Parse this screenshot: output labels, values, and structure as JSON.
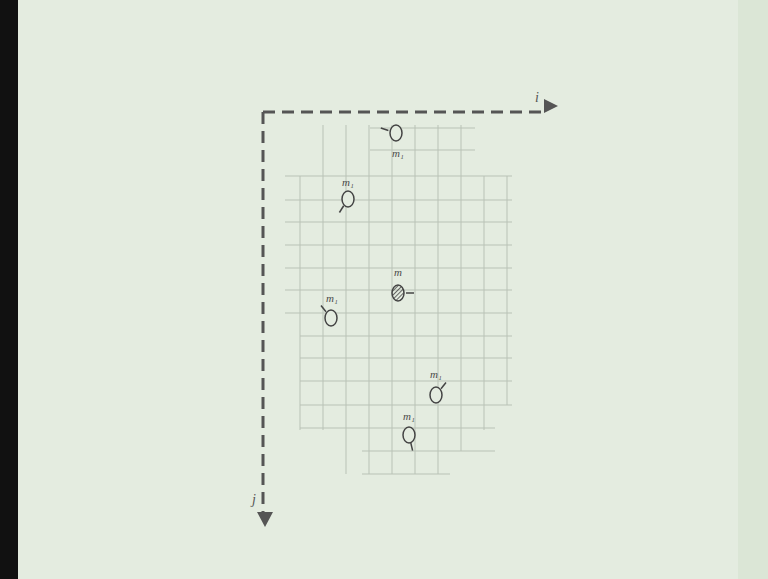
{
  "diagram": {
    "labels": [
      "i",
      "j",
      "m₁",
      "m₁",
      "m",
      "m₁",
      "m₁",
      "m₁"
    ]
  }
}
